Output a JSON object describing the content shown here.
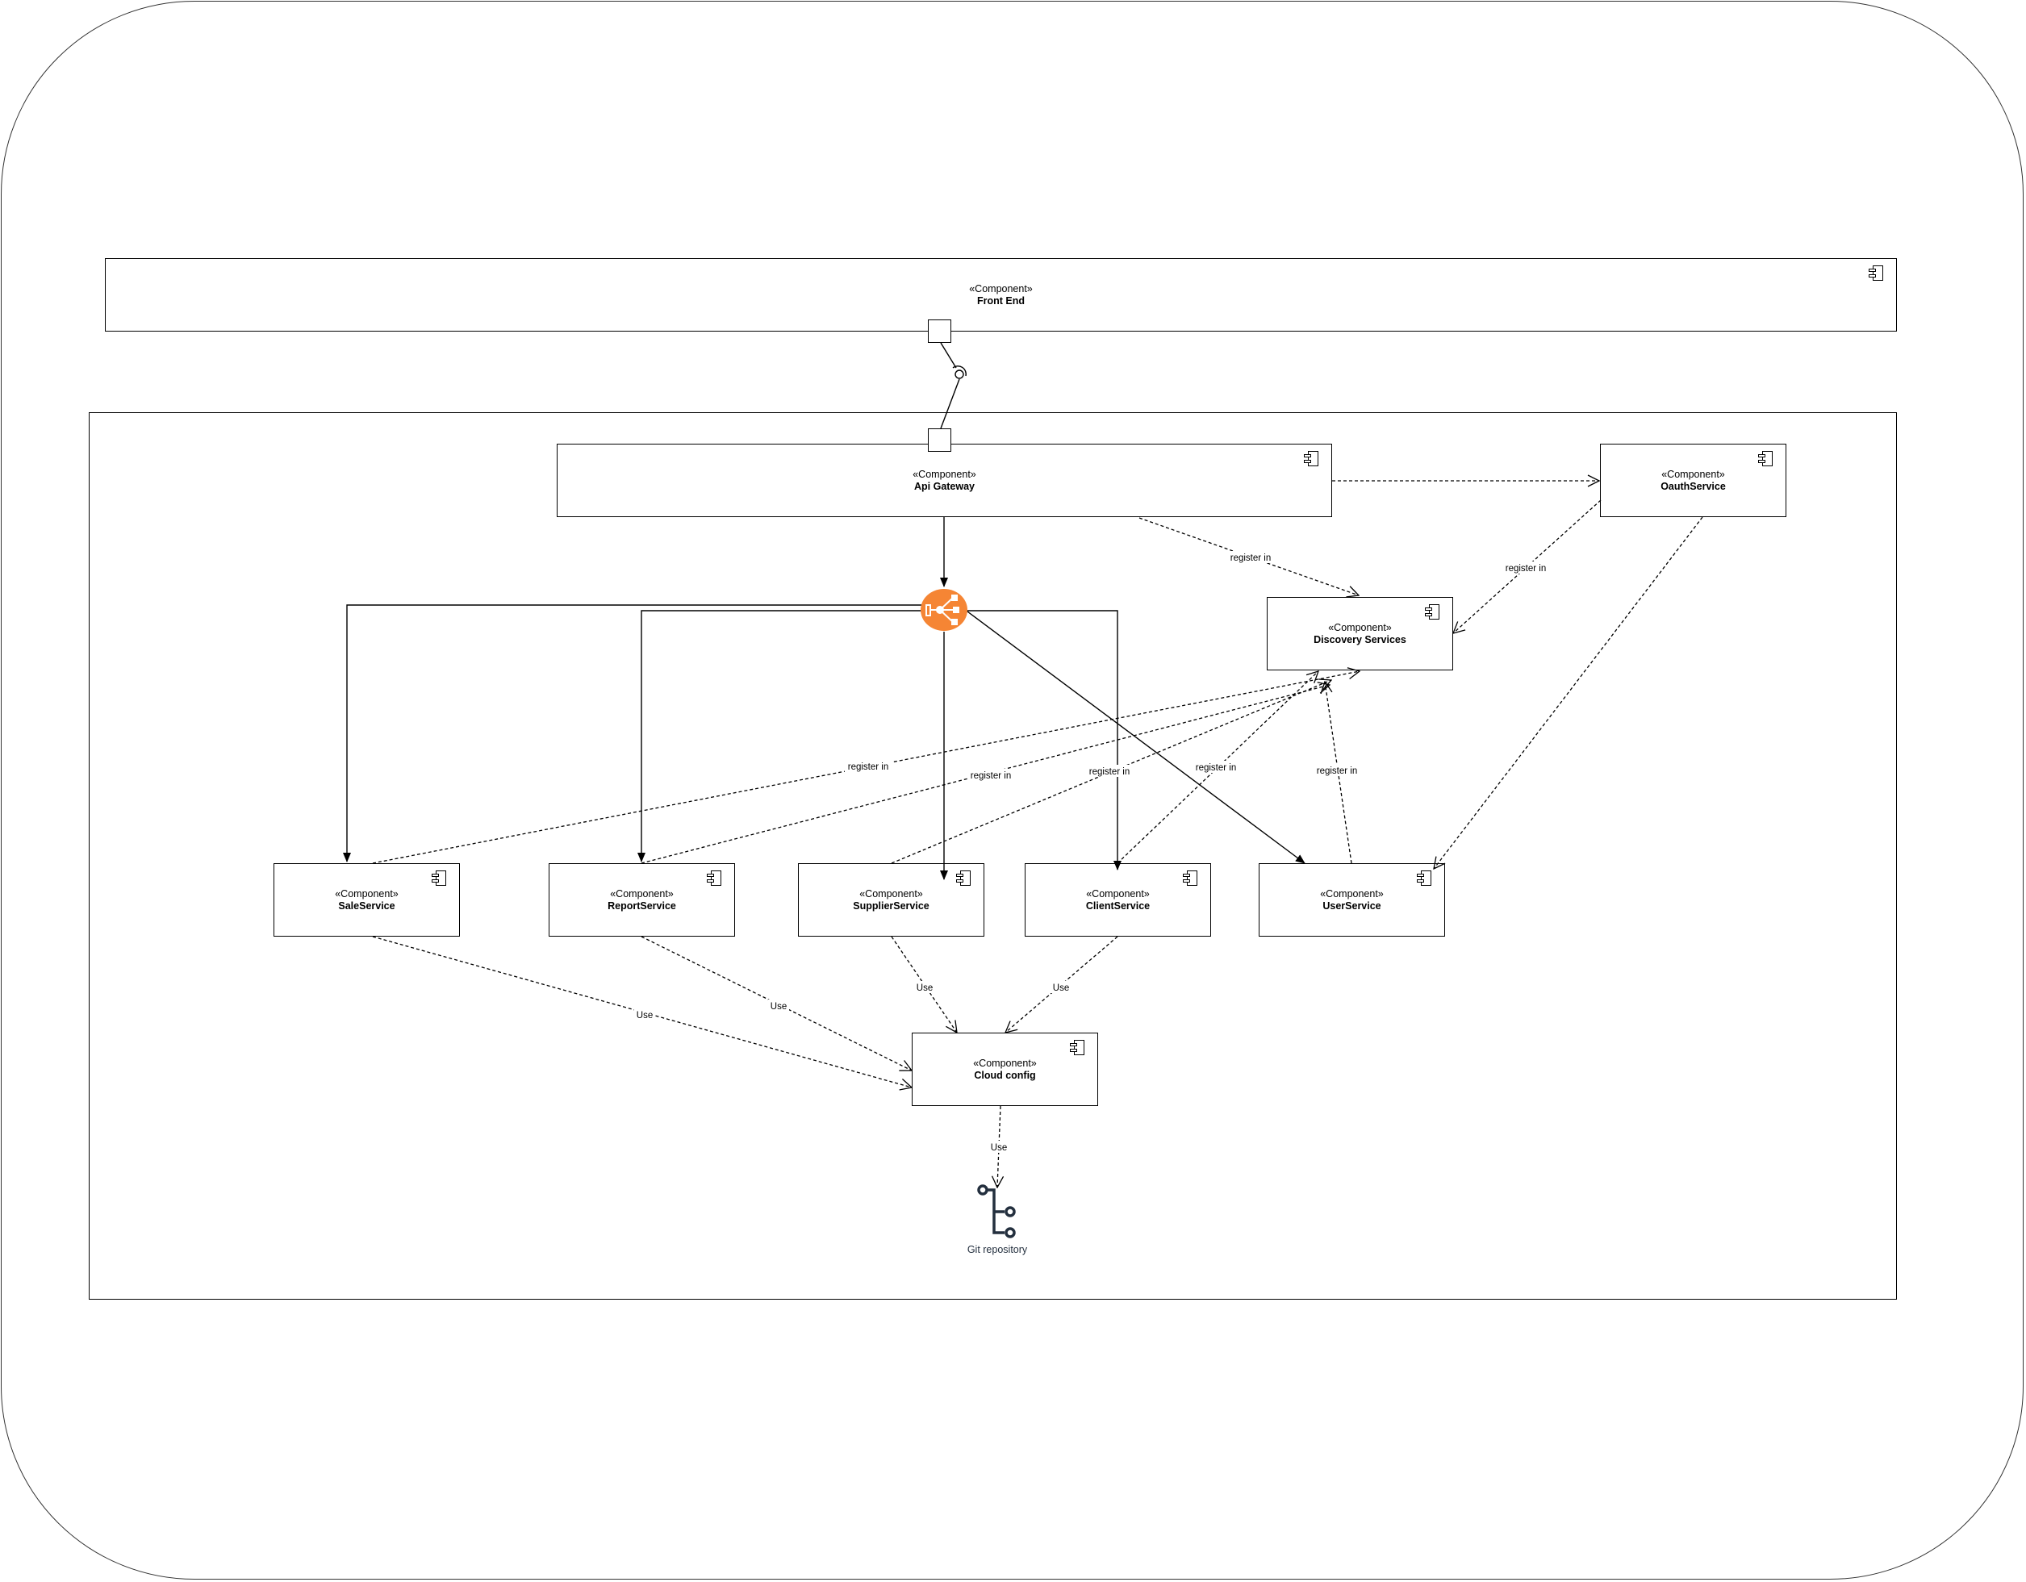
{
  "diagram": {
    "stereotype": "«Component»",
    "components": {
      "front_end": "Front End",
      "api_gateway": "Api Gateway",
      "oauth_service": "OauthService",
      "discovery_services": "Discovery Services",
      "sale_service": "SaleService",
      "report_service": "ReportService",
      "supplier_service": "SupplierService",
      "client_service": "ClientService",
      "user_service": "UserService",
      "cloud_config": "Cloud config"
    },
    "edge_labels": {
      "register_in": "register in",
      "use": "Use"
    },
    "git_repository_label": "Git repository",
    "colors": {
      "load_balancer": "#f58534",
      "git_icon": "#232f3e",
      "lines": "#000000"
    },
    "icons": {
      "component": "component-icon",
      "load_balancer": "load-balancer-icon",
      "git": "git-repository-icon"
    }
  }
}
